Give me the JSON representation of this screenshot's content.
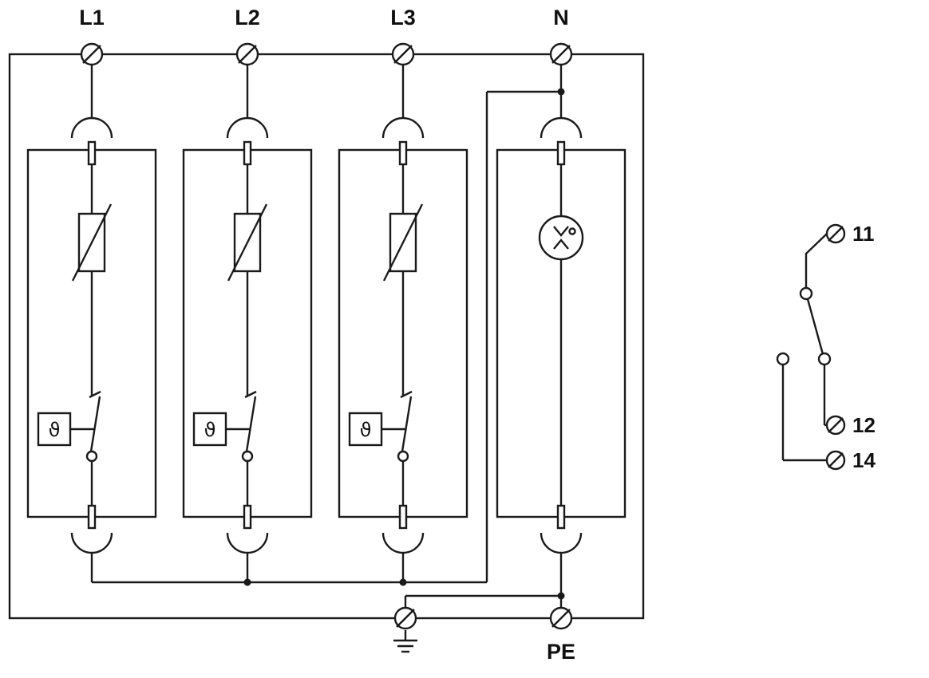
{
  "diagram": {
    "colors": {
      "line": "#1a1a1a",
      "background": "#ffffff"
    },
    "top_terminals": {
      "l1": "L1",
      "l2": "L2",
      "l3": "L3",
      "n": "N"
    },
    "bottom_terminals": {
      "pe": "PE"
    },
    "thermal_symbol": "ϑ",
    "aux_contact_terminals": {
      "t11": "11",
      "t12": "12",
      "t14": "14"
    }
  }
}
